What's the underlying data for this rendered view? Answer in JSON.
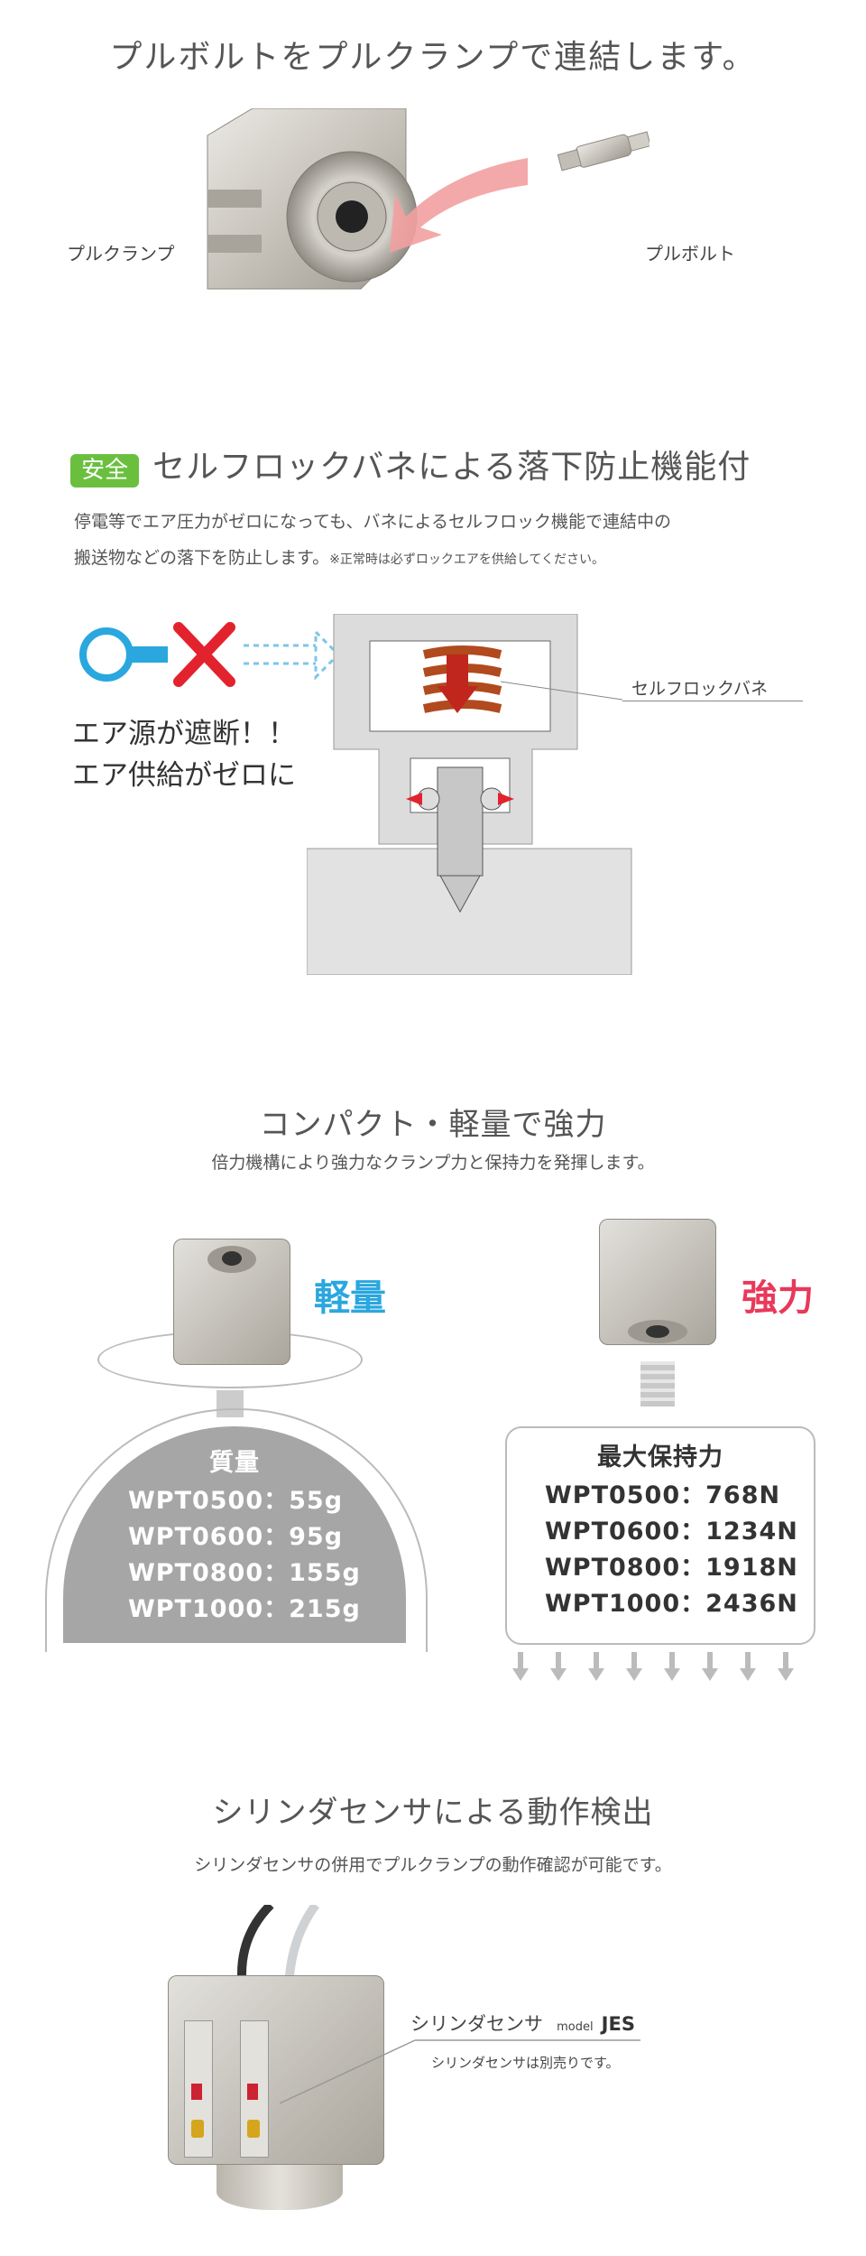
{
  "intro": {
    "title": "プルボルトをプルクランプで連結します。",
    "label_left": "プルクランプ",
    "label_right": "プルボルト"
  },
  "safety": {
    "badge": "安全",
    "heading": "セルフロックバネによる落下防止機能付",
    "body_line1": "停電等でエア圧力がゼロになっても、バネによるセルフロック機能で連結中の",
    "body_line2": "搬送物などの落下を防止します。",
    "note": "※正常時は必ずロックエアを供給してください。",
    "warn_line1": "エア源が遮断！！",
    "warn_line2": "エア供給がゼロに",
    "spring_label": "セルフロックバネ"
  },
  "compact": {
    "heading": "コンパクト・軽量で強力",
    "sub": "倍力機構により強力なクランプ力と保持力を発揮します。",
    "light_label": "軽量",
    "strong_label": "強力",
    "mass_title": "質量",
    "mass": [
      "WPT0500：55g",
      "WPT0600：95g",
      "WPT0800：155g",
      "WPT1000：215g"
    ],
    "force_title": "最大保持力",
    "force": [
      "WPT0500：768N",
      "WPT0600：1234N",
      "WPT0800：1918N",
      "WPT1000：2436N"
    ]
  },
  "sensor": {
    "heading": "シリンダセンサによる動作検出",
    "sub": "シリンダセンサの併用でプルクランプの動作確認が可能です。",
    "label": "シリンダセンサ",
    "model_prefix": "model",
    "model": "JES",
    "note": "シリンダセンサは別売りです。"
  },
  "colors": {
    "accent_green": "#6abf3f",
    "light_blue": "#2aa7de",
    "strong_red": "#e8395a",
    "gray_dome": "#a6a6a6"
  }
}
